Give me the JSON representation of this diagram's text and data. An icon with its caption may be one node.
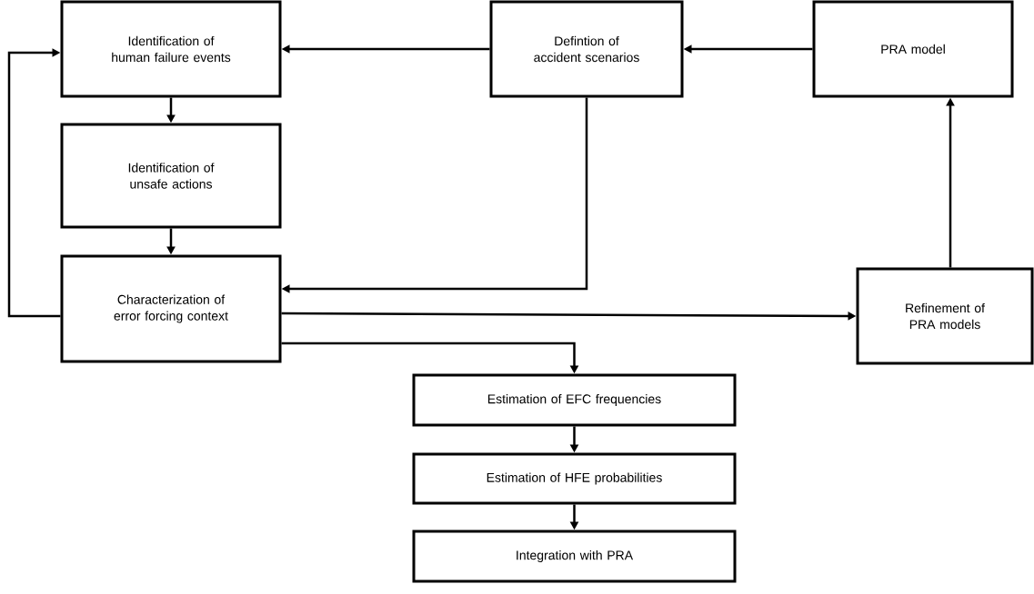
{
  "diagram": {
    "nodes": [
      {
        "text": [
          "Identification of human failure events"
        ]
      },
      {
        "text": [
          "Defintion of accident scenarios"
        ]
      },
      {
        "text": [
          "PRA model"
        ]
      },
      {
        "text": [
          "Identification of unsafe actions"
        ]
      },
      {
        "text": [
          "Characterization of error forcing context"
        ]
      },
      {
        "text": [
          "Refinement of PRA models"
        ]
      },
      {
        "text": [
          "Estimation of EFC frequencies"
        ]
      },
      {
        "text": [
          "Estimation of HFE probabilities"
        ]
      },
      {
        "text": [
          "Integration with PRA"
        ]
      }
    ],
    "edges": [
      {
        "from": 1,
        "to": 0,
        "arrow": "to"
      },
      {
        "from": 2,
        "to": 1,
        "arrow": "to"
      },
      {
        "from": 0,
        "to": 3,
        "arrow": "to"
      },
      {
        "from": 3,
        "to": 4,
        "arrow": "to"
      },
      {
        "from": 1,
        "to": 4,
        "arrow": "to"
      },
      {
        "from": 4,
        "to": 0,
        "arrow": "to"
      },
      {
        "from": 4,
        "to": 5,
        "arrow": "to"
      },
      {
        "from": 5,
        "to": 2,
        "arrow": "to"
      },
      {
        "from": 4,
        "to": 6,
        "arrow": "to"
      },
      {
        "from": 6,
        "to": 7,
        "arrow": "to"
      },
      {
        "from": 7,
        "to": 8,
        "arrow": "to"
      }
    ]
  }
}
